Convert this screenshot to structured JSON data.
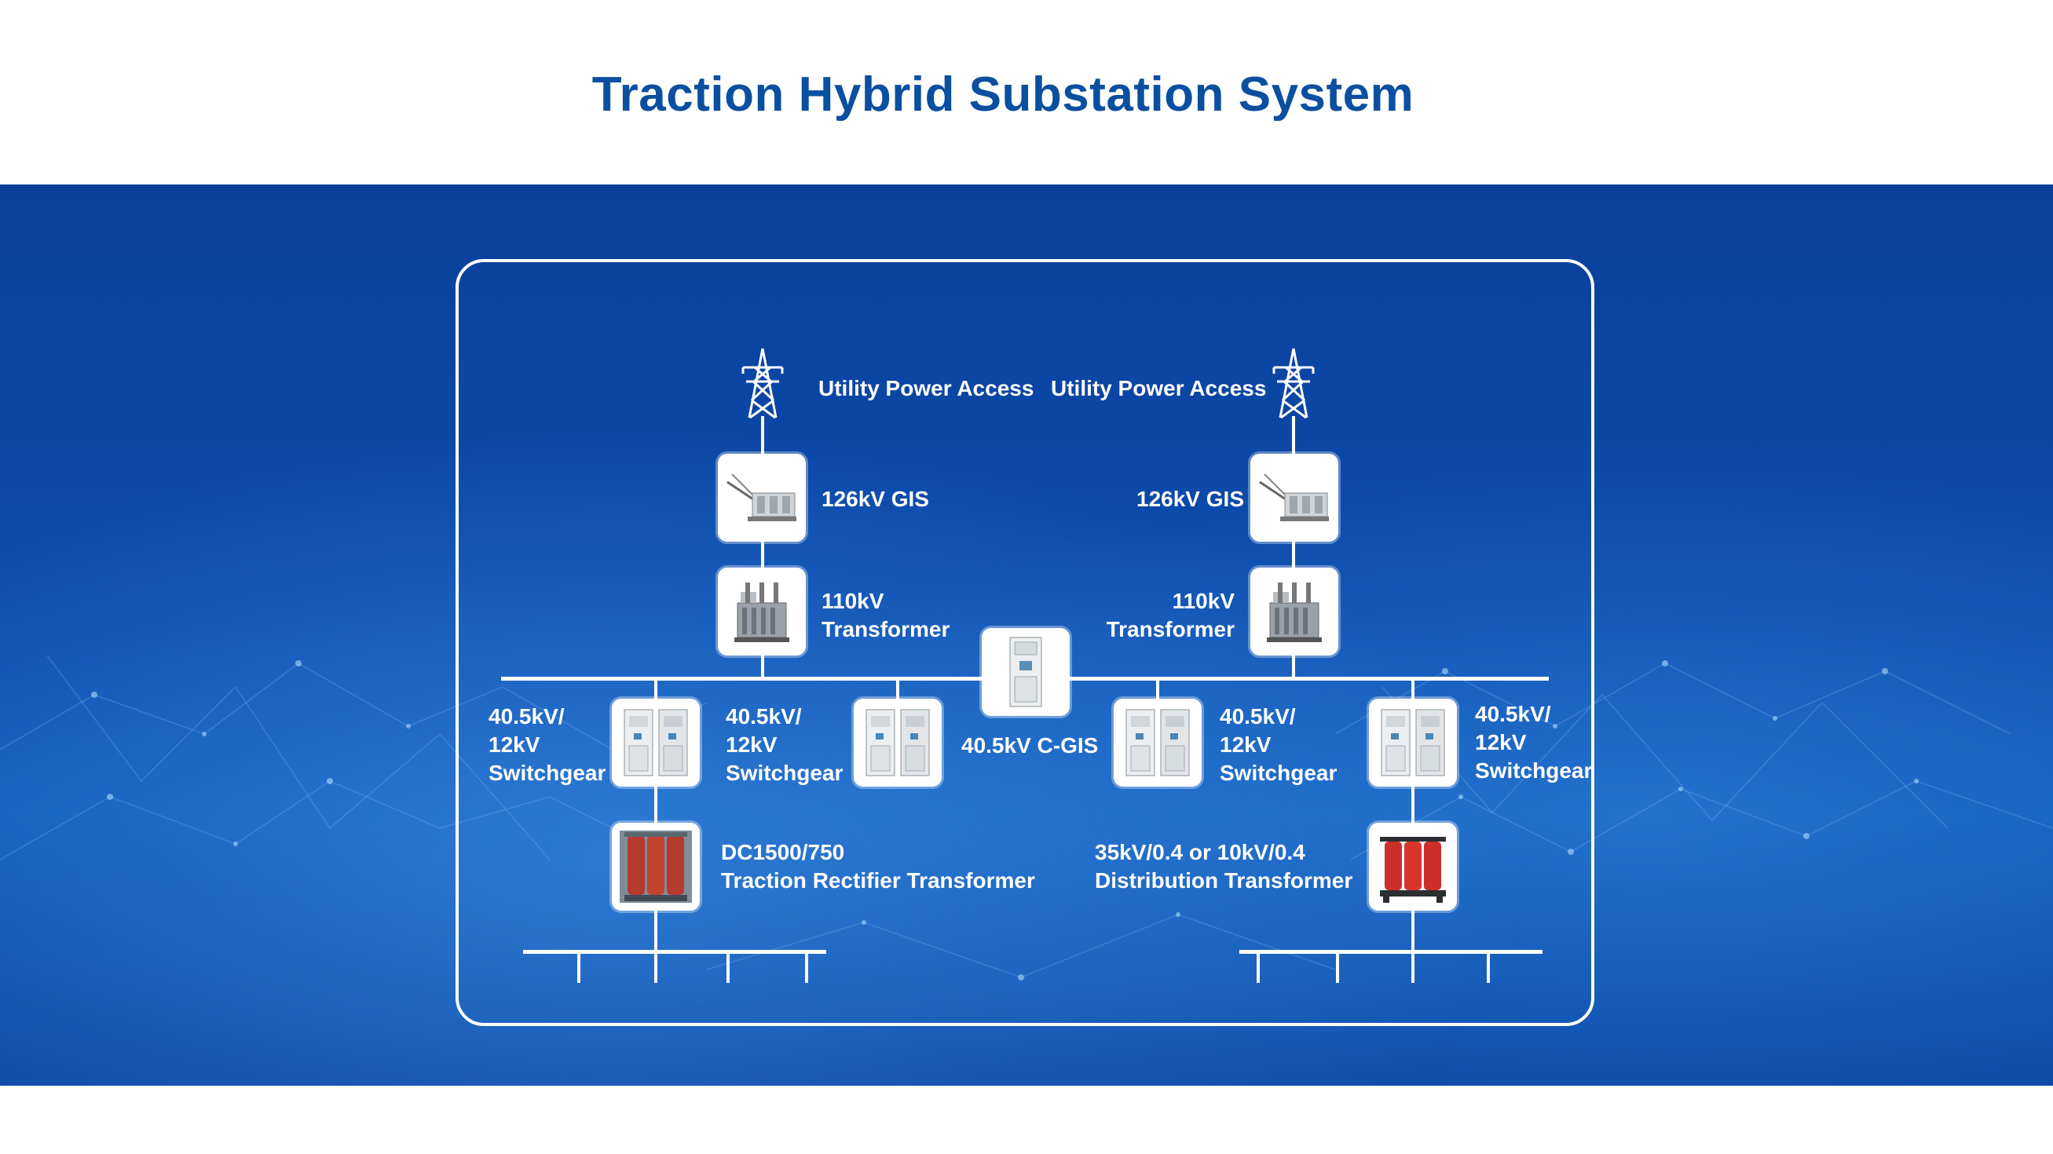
{
  "title": "Traction Hybrid Substation System",
  "labels": {
    "utility_left": "Utility Power Access",
    "utility_right": "Utility Power Access",
    "gis_left": "126kV GIS",
    "gis_right": "126kV GIS",
    "transformer_left": "110kV\nTransformer",
    "transformer_right": "110kV\nTransformer",
    "cgis": "40.5kV C-GIS",
    "switchgear_1": "40.5kV/\n12kV\nSwitchgear",
    "switchgear_2": "40.5kV/\n12kV\nSwitchgear",
    "switchgear_3": "40.5kV/\n12kV\nSwitchgear",
    "switchgear_4": "40.5kV/\n12kV\nSwitchgear",
    "rectifier": "DC1500/750\nTraction Rectifier Transformer",
    "distribution": "35kV/0.4 or 10kV/0.4\nDistribution Transformer"
  },
  "icons": {
    "tower": "transmission-tower-icon",
    "gis": "gis-equipment-icon",
    "power_transformer": "power-transformer-icon",
    "switchgear": "switchgear-cabinet-icon",
    "cgis": "c-gis-cabinet-icon",
    "rectifier_transformer": "rectifier-transformer-icon",
    "distribution_transformer": "distribution-transformer-icon"
  },
  "colors": {
    "title": "#0a4fa0",
    "background": "#0c4cad",
    "lines": "#ffffff"
  }
}
